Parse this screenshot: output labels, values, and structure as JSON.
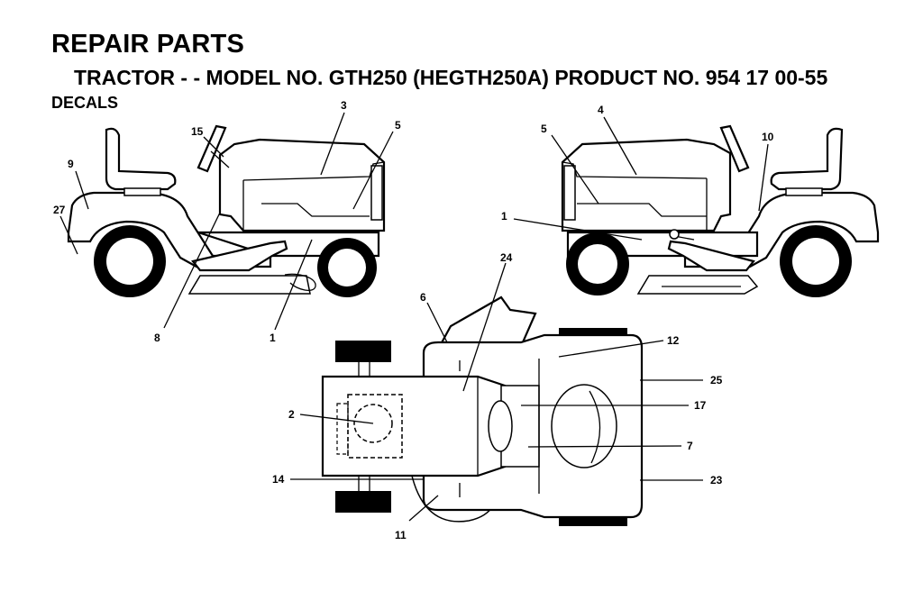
{
  "page": {
    "title": "REPAIR PARTS",
    "subtitle": "TRACTOR - - MODEL NO. GTH250 (HEGTH250A) PRODUCT NO. 954 17 00-55",
    "section": "DECALS"
  },
  "callouts": {
    "left_view": [
      "15",
      "3",
      "5",
      "9",
      "27",
      "8",
      "1"
    ],
    "right_view": [
      "4",
      "5",
      "10",
      "1"
    ],
    "top_view": [
      "24",
      "6",
      "12",
      "25",
      "2",
      "17",
      "7",
      "14",
      "23",
      "11"
    ]
  }
}
